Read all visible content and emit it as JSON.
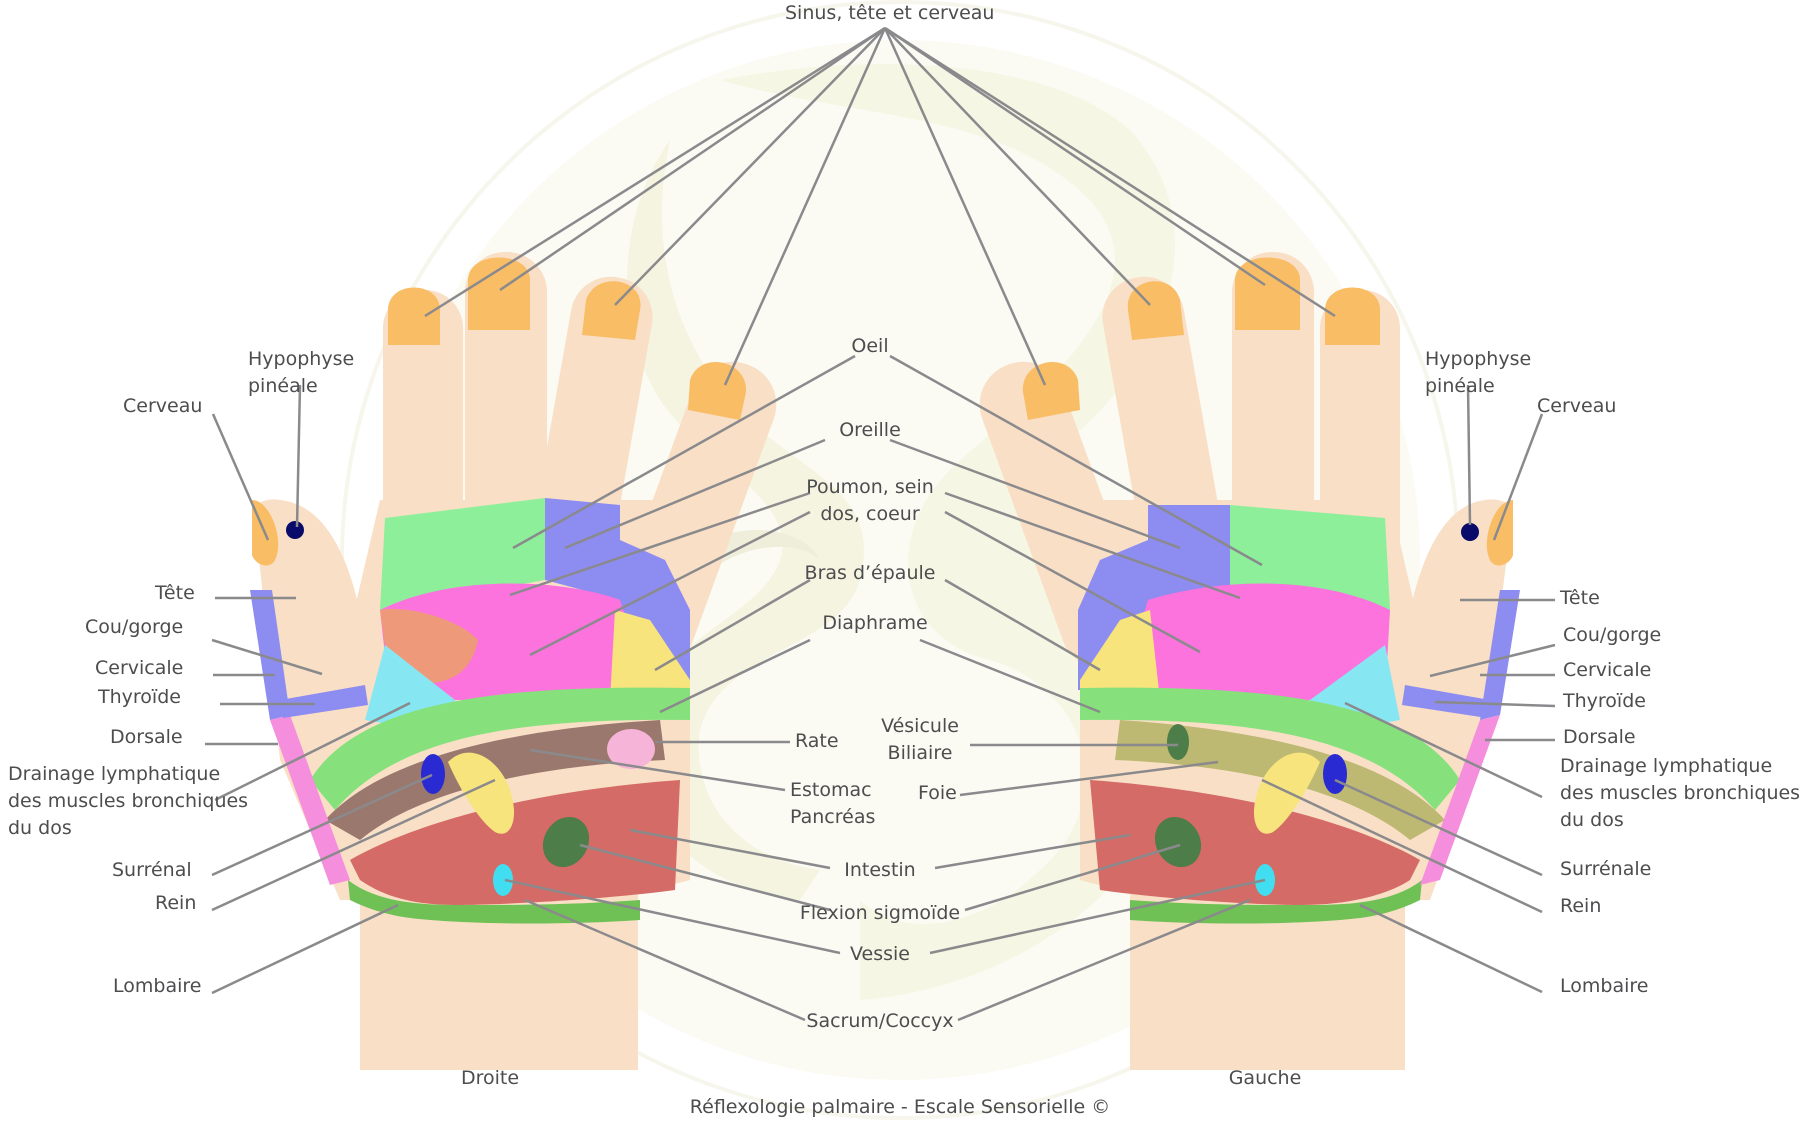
{
  "caption": "Réflexologie palmaire - Escale Sensorielle ©",
  "hands": {
    "right_label": "Droite",
    "left_label": "Gauche"
  },
  "labels": {
    "top": "Sinus, tête et cerveau",
    "oeil": "Oeil",
    "oreille": "Oreille",
    "poumon_1": "Poumon, sein",
    "poumon_2": "dos, coeur",
    "bras": "Bras d’épaule",
    "diaphrame": "Diaphrame",
    "rate": "Rate",
    "vesicule_1": "Vésicule",
    "vesicule_2": "Biliaire",
    "estomac": "Estomac",
    "pancreas": "Pancréas",
    "foie": "Foie",
    "intestin": "Intestin",
    "flexion": "Flexion sigmoïde",
    "vessie": "Vessie",
    "sacrum": "Sacrum/Coccyx",
    "left_side": {
      "cerveau": "Cerveau",
      "hypophyse_1": "Hypophyse",
      "hypophyse_2": "pinéale",
      "tete": "Tête",
      "cou": "Cou/gorge",
      "cervicale": "Cervicale",
      "thyroide": "Thyroïde",
      "dorsale": "Dorsale",
      "drainage_1": "Drainage lymphatique",
      "drainage_2": "des muscles bronchiques",
      "drainage_3": "du dos",
      "surrenal": "Surrénal",
      "rein": "Rein",
      "lombaire": "Lombaire"
    },
    "right_side": {
      "cerveau": "Cerveau",
      "hypophyse_1": "Hypophyse",
      "hypophyse_2": "pinéale",
      "tete": "Tête",
      "cou": "Cou/gorge",
      "cervicale": "Cervicale",
      "thyroide": "Thyroïde",
      "dorsale": "Dorsale",
      "drainage_1": "Drainage lymphatique",
      "drainage_2": "des muscles bronchiques",
      "drainage_3": "du dos",
      "surrenale": "Surrénale",
      "rein": "Rein",
      "lombaire": "Lombaire"
    }
  },
  "colors": {
    "skin": "#f9dfc6",
    "nail": "#f9bd66",
    "green_light": "#8def9a",
    "violet": "#8d8cf0",
    "pink": "#fc73de",
    "salmon": "#ee9a7a",
    "yellow": "#f7e47c",
    "cyan": "#86e6f2",
    "diaphragm": "#86e17c",
    "brown": "#9b786d",
    "olive": "#bdb872",
    "red": "#d46b66",
    "dark_green": "#4d7d48",
    "lombaire_green": "#6fc055",
    "dorsal_pink": "#f58edc",
    "blue_dark": "#2a2ad2",
    "navy": "#0a0a6a",
    "rate_pink": "#f6b4d8",
    "light_blue": "#40def0",
    "line": "#8a8a8d"
  }
}
